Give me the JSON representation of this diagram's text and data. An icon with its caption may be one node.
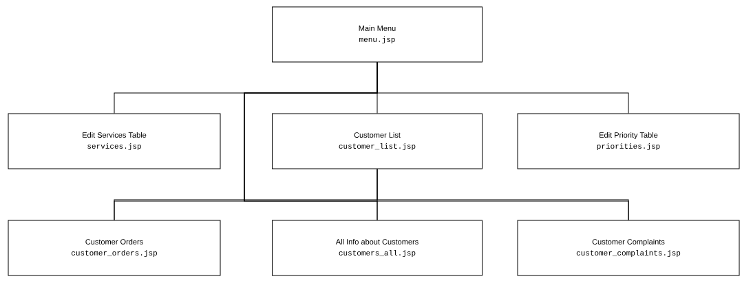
{
  "diagram": {
    "nodes": [
      {
        "text": [
          "Main Menu",
          "menu.jsp"
        ]
      },
      {
        "text": [
          "Edit Services Table",
          "services.jsp"
        ]
      },
      {
        "text": [
          "Customer List",
          "customer_list.jsp"
        ]
      },
      {
        "text": [
          "Edit Priority Table",
          "priorities.jsp"
        ]
      },
      {
        "text": [
          "Customer Orders",
          "customer_orders.jsp"
        ]
      },
      {
        "text": [
          "All Info about Customers",
          "customers_all.jsp"
        ]
      },
      {
        "text": [
          "Customer Complaints",
          "customer_complaints.jsp"
        ]
      }
    ],
    "edges": [
      {
        "from": 0,
        "to": 1,
        "arrow": "none"
      },
      {
        "from": 0,
        "to": 2,
        "arrow": "none"
      },
      {
        "from": 0,
        "to": 3,
        "arrow": "none"
      },
      {
        "from": 0,
        "to": 4,
        "arrow": "none"
      },
      {
        "from": 0,
        "to": 5,
        "arrow": "none"
      },
      {
        "from": 0,
        "to": 6,
        "arrow": "none"
      },
      {
        "from": 2,
        "to": 4,
        "arrow": "none"
      },
      {
        "from": 2,
        "to": 5,
        "arrow": "none"
      },
      {
        "from": 2,
        "to": 6,
        "arrow": "none"
      }
    ]
  }
}
